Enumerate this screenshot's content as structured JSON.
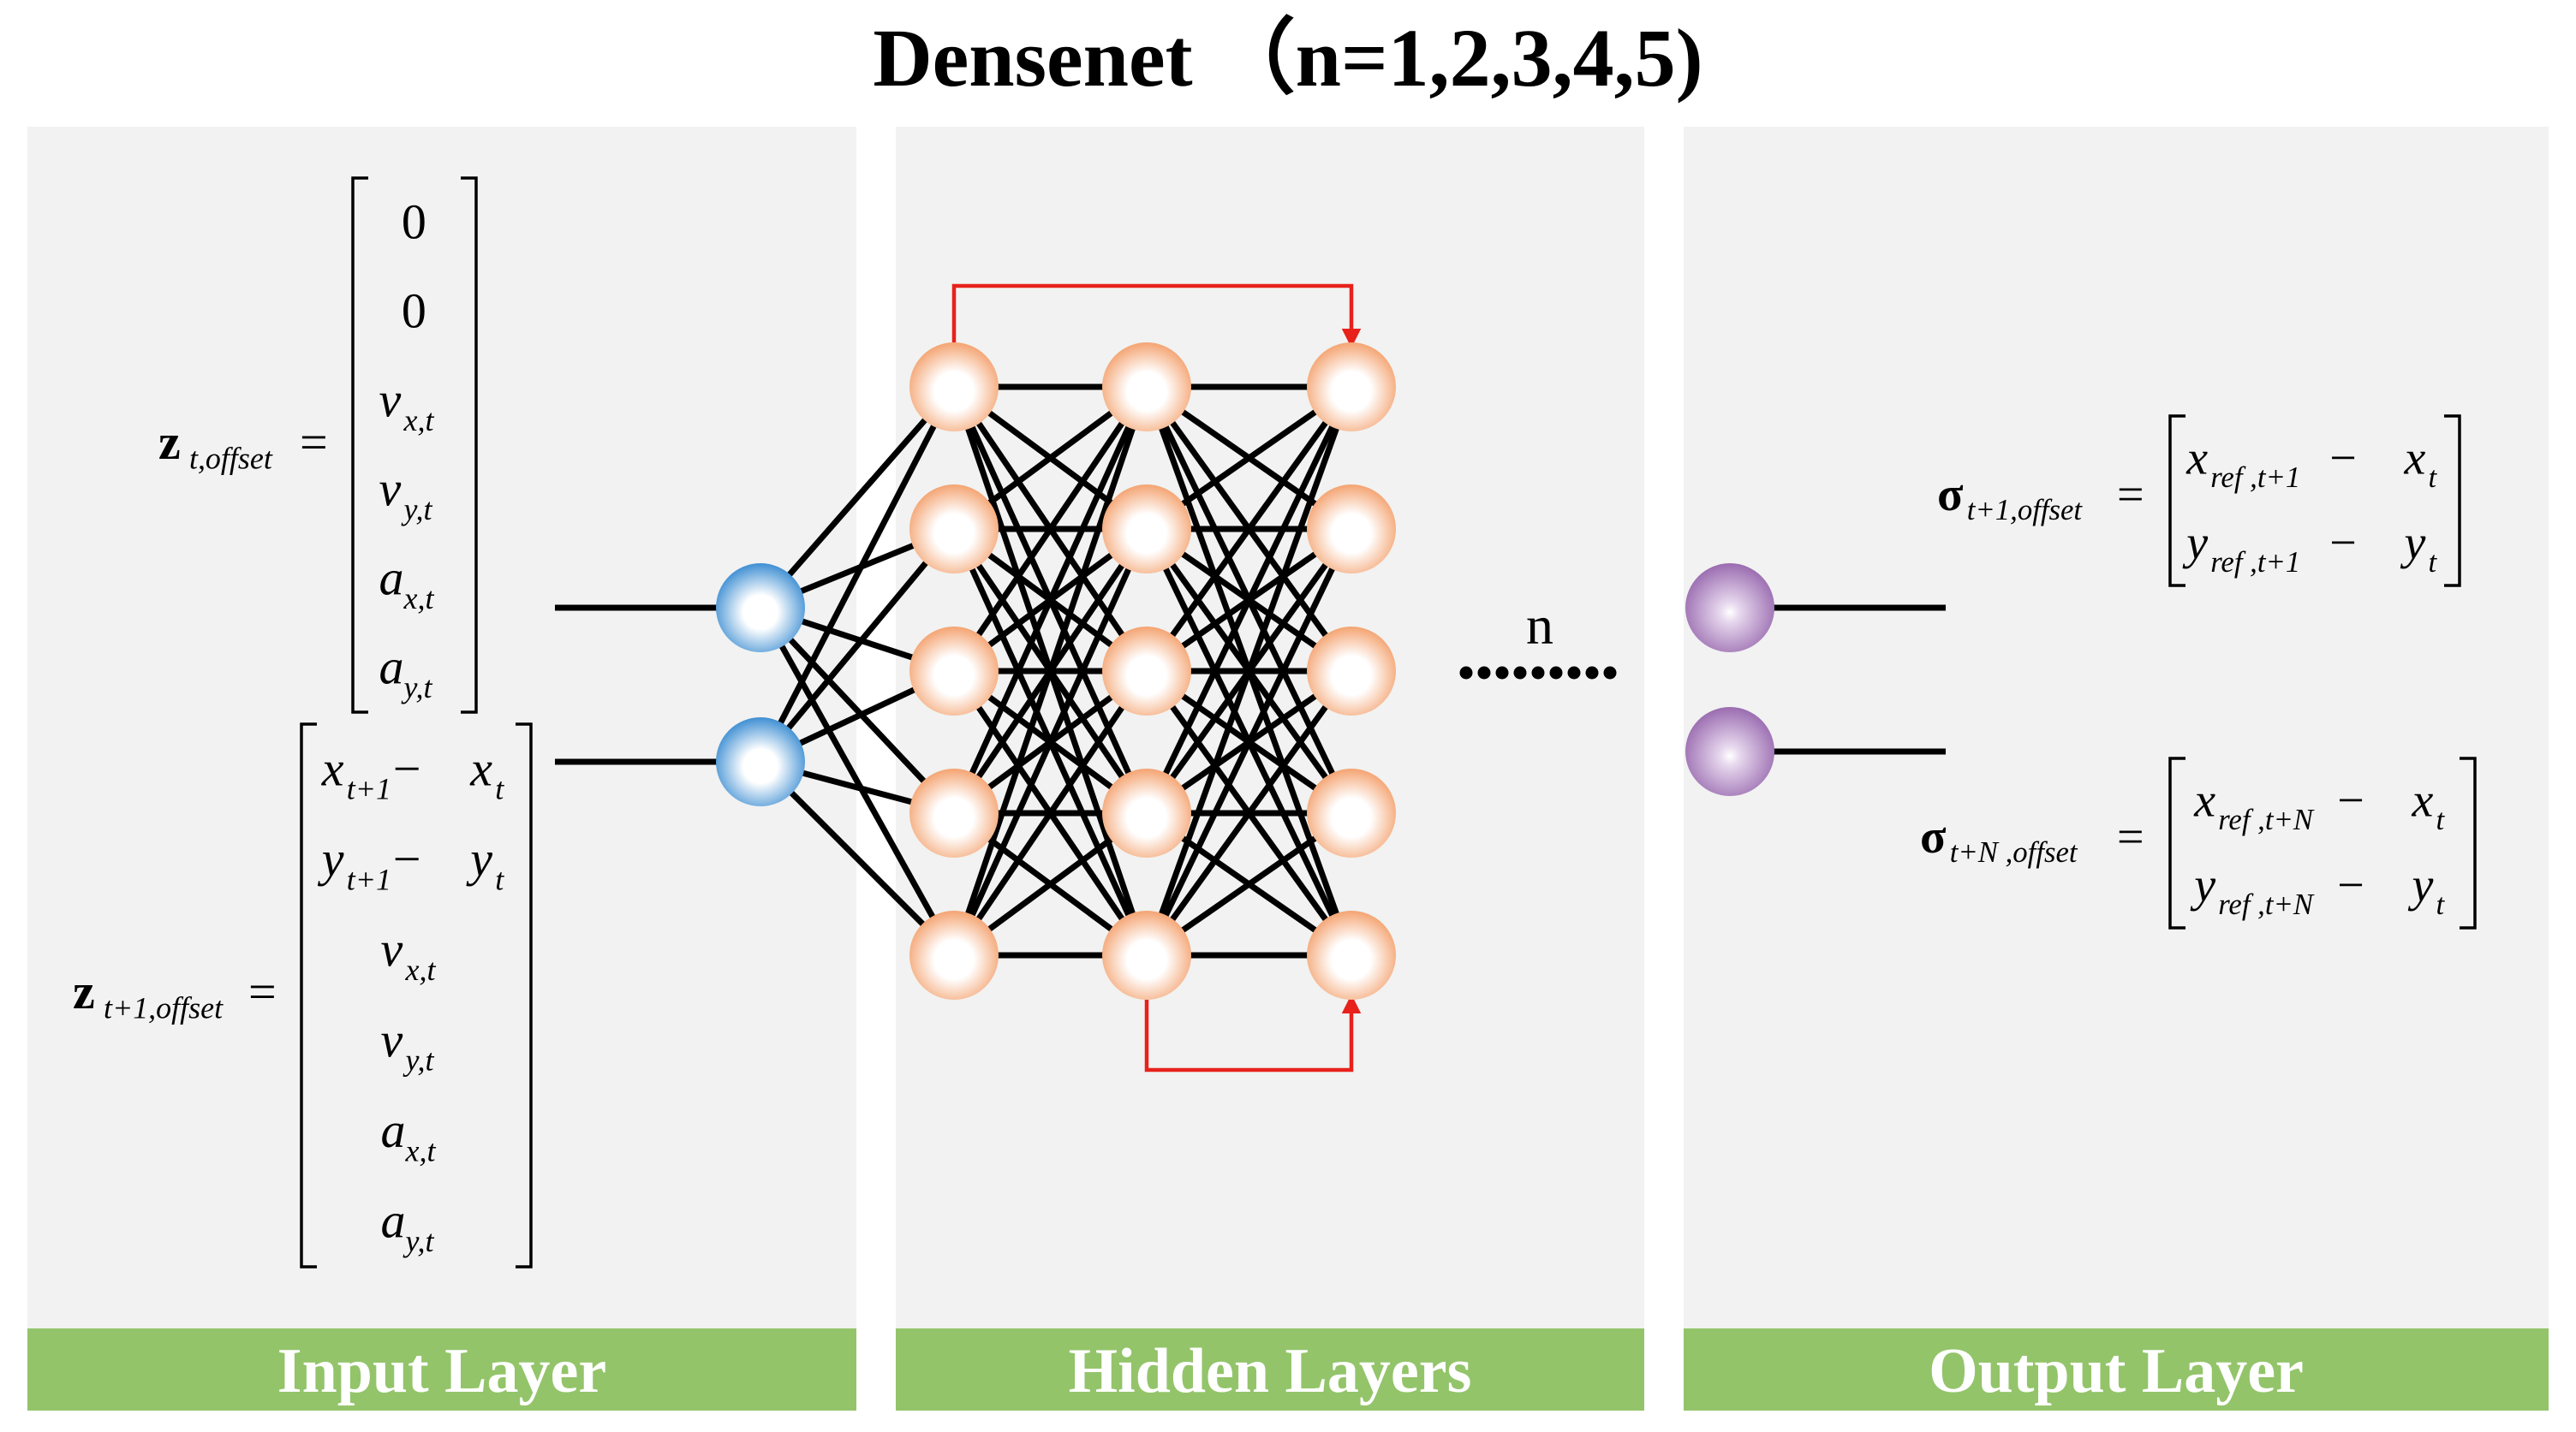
{
  "title": "Densenet （n=1,2,3,4,5)",
  "panels": {
    "input": {
      "label": "Input Layer"
    },
    "hidden": {
      "label": "Hidden Layers",
      "repeat_label": "n"
    },
    "output": {
      "label": "Output Layer"
    }
  },
  "equations": {
    "z_t": {
      "lhs": "z",
      "lhs_sub": "t,offset",
      "eq": "=",
      "entries": [
        {
          "base": "0"
        },
        {
          "base": "0"
        },
        {
          "base": "v",
          "sub": "x,t"
        },
        {
          "base": "v",
          "sub": "y,t"
        },
        {
          "base": "a",
          "sub": "x,t"
        },
        {
          "base": "a",
          "sub": "y,t"
        }
      ]
    },
    "z_t1": {
      "lhs": "z",
      "lhs_sub": "t+1,offset",
      "eq": "=",
      "entries": [
        {
          "base": "x",
          "sub": "t+1",
          "op": "−",
          "base2": "x",
          "sub2": "t"
        },
        {
          "base": "y",
          "sub": "t+1",
          "op": "−",
          "base2": "y",
          "sub2": "t"
        },
        {
          "base": "v",
          "sub": "x,t"
        },
        {
          "base": "v",
          "sub": "y,t"
        },
        {
          "base": "a",
          "sub": "x,t"
        },
        {
          "base": "a",
          "sub": "y,t"
        }
      ]
    },
    "sigma_t1": {
      "lhs": "σ",
      "lhs_sub": "t+1,offset",
      "eq": "=",
      "entries": [
        {
          "base": "x",
          "sub": "ref ,t+1",
          "op": "−",
          "base2": "x",
          "sub2": "t"
        },
        {
          "base": "y",
          "sub": "ref ,t+1",
          "op": "−",
          "base2": "y",
          "sub2": "t"
        }
      ]
    },
    "sigma_tN": {
      "lhs": "σ",
      "lhs_sub": "t+N ,offset",
      "eq": "=",
      "entries": [
        {
          "base": "x",
          "sub": "ref ,t+N",
          "op": "−",
          "base2": "x",
          "sub2": "t"
        },
        {
          "base": "y",
          "sub": "ref ,t+N",
          "op": "−",
          "base2": "y",
          "sub2": "t"
        }
      ]
    }
  },
  "colors": {
    "panel_bg": "#f1f2f1",
    "label_band": "#93c46a",
    "input_node": "#4a98d8",
    "hidden_node": "#f6ad7e",
    "output_node": "#a779b9",
    "skip_arrow": "#e8211b",
    "edge": "#000000"
  }
}
